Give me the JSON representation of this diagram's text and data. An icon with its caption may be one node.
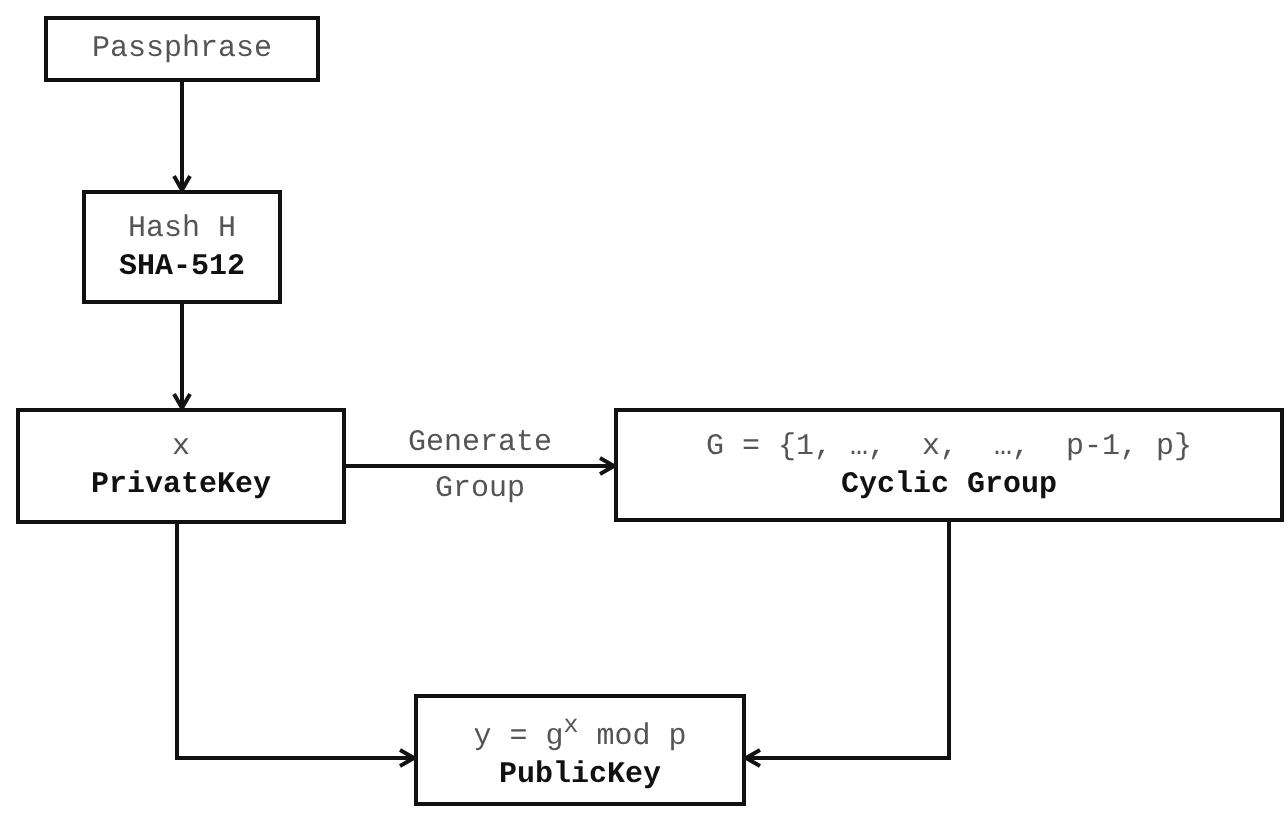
{
  "diagram": {
    "nodes": [
      {
        "text": [
          "Passphrase"
        ]
      },
      {
        "text": [
          "Hash H",
          "SHA-512"
        ]
      },
      {
        "text": [
          "x",
          "PrivateKey"
        ]
      },
      {
        "text": [
          "G = {1, …,  x,  …,  p-1, p}",
          "Cyclic Group"
        ]
      },
      {
        "text": [
          "y = g$^{x}$ mod p",
          "PublicKey"
        ]
      }
    ],
    "edges": [
      {
        "from": 0,
        "to": 1,
        "arrow": "to"
      },
      {
        "from": 1,
        "to": 2,
        "arrow": "to"
      },
      {
        "from": 2,
        "to": 3,
        "arrow": "to",
        "label": "Generate Group"
      },
      {
        "from": 2,
        "to": 4,
        "arrow": "to"
      },
      {
        "from": 3,
        "to": 4,
        "arrow": "to"
      }
    ]
  }
}
